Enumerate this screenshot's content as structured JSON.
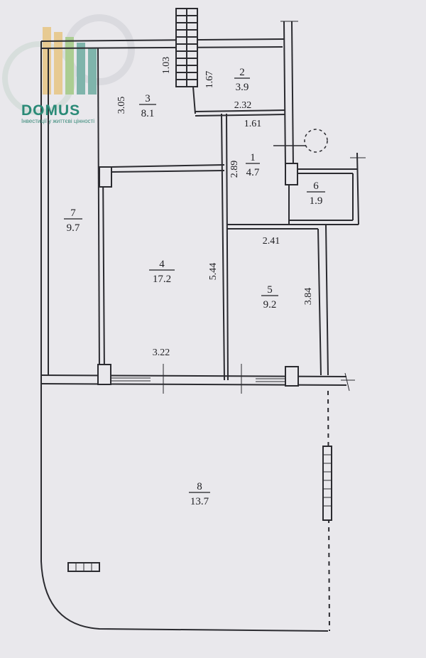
{
  "brand": {
    "name": "DOMUS",
    "tagline": "Інвестиції у життєві цінності",
    "colors": {
      "gold": "#e7b24a",
      "teal": "#2a8a77",
      "green": "#7ab74a"
    }
  },
  "rooms": [
    {
      "number": "1",
      "area": "4.7"
    },
    {
      "number": "2",
      "area": "3.9"
    },
    {
      "number": "3",
      "area": "8.1"
    },
    {
      "number": "4",
      "area": "17.2"
    },
    {
      "number": "5",
      "area": "9.2"
    },
    {
      "number": "6",
      "area": "1.9"
    },
    {
      "number": "7",
      "area": "9.7"
    },
    {
      "number": "8",
      "area": "13.7"
    }
  ],
  "dimensions": [
    "1.03",
    "1.67",
    "2.32",
    "3.05",
    "1.61",
    "2.89",
    "2.41",
    "5.44",
    "3.84",
    "3.22"
  ],
  "colors": {
    "background": "#e9e8ec",
    "wall": "#2b2b30",
    "text": "#1e1e22"
  }
}
